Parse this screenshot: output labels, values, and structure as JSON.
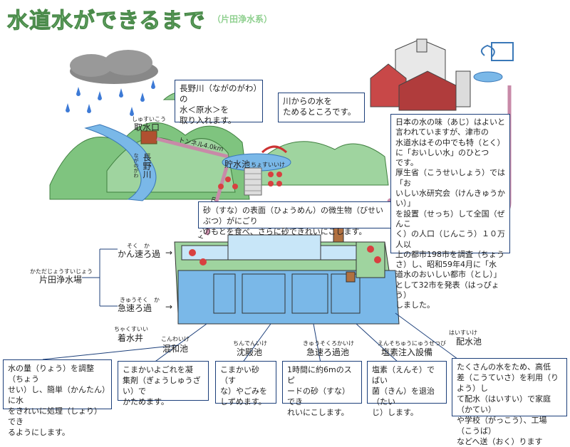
{
  "title": "水道水ができるまで",
  "subtitle": "（片田浄水系）",
  "callouts": {
    "intake": "長野川（ながのがわ）の\n水＜原水＞を\n取り入れます。",
    "reservoir": "川からの水を\nためるところです。",
    "sand": "砂（すな）の表面（ひょうめん）の微生物（びせいぶつ）がにごり\nのもとを食べ、さらに砂できれいにこします。",
    "taste": "日本の水の味（あじ）はよいと\n言われていますが、津市の\n水道水はその中でも特（とく）\nに「おいしい水」のひとつ\nです。\n厚生省（こうせいしょう）では「お\nいしい水研究会（けんきゅうかい）」\nを設置（せっち）して全国（ぜんこ\nく）の人口（じんこう）１０万人以\n上の都市198市を調査（ちょう\nさ）し、昭和59年4月に「水\n道水のおいしい都市（とし）」\nとして32市を発表（はっぴょう）\nしました。"
  },
  "map_labels": {
    "intake_ruby": "しゅすいこう",
    "intake": "取水口",
    "river_ruby": "ながのがわ",
    "river": "長野川",
    "tunnel1": "トンネル4.0km",
    "reservoir": "貯水池",
    "reservoir_ruby": "ちょすいいけ",
    "tunnel2": "トンネル1.7km"
  },
  "plant": {
    "slow_ruby": "そく　か",
    "slow": "かん速ろ過",
    "fast_ruby": "きゅうそく　か",
    "fast": "急速ろ過",
    "plant_ruby": "かただじょうすいじょう",
    "plant_name": "片田浄水場",
    "arrow": "→"
  },
  "stages": [
    {
      "ruby": "ちゃくすいい",
      "name": "着水井"
    },
    {
      "ruby": "こんわいけ",
      "name": "混和池"
    },
    {
      "ruby": "ちんでんいけ",
      "name": "沈殿池"
    },
    {
      "ruby": "きゅうそくろかいけ",
      "name": "急速ろ過池"
    },
    {
      "ruby": "えんそちゅうにゅうせつび",
      "name": "塩素注入設備"
    },
    {
      "ruby": "はいすいけ",
      "name": "配水池"
    }
  ],
  "notes": [
    "水の量（りょう）を調整（ちょう\nせい）し、簡単（かんたん）に水\nをきれいに処理（しょり）でき\nるようにします。",
    "こまかいよごれを凝\n集剤（ぎょうしゅうざい）で\nかためます。",
    "こまかい砂（す\nな）やごみを\nしずめます。",
    "1時間に約6mのスピ\nードの砂（すな）でき\nれいにこします。",
    "塩素（えんそ）でばい\n菌（きん）を退治（たい\nじ）します。",
    "たくさんの水をため、高低\n差（こうていさ）を利用（りよう）し\nて配水（はいすい）で家庭（かてい）\nや学校（がっこう）、工場（こうば）\nなどへ送（おく）ります"
  ],
  "colors": {
    "hill": "#7fc47f",
    "water": "#7ab8e8",
    "box_border": "#1c3f7a",
    "pipe": "#c88aa8",
    "title": "#8fd08f"
  }
}
